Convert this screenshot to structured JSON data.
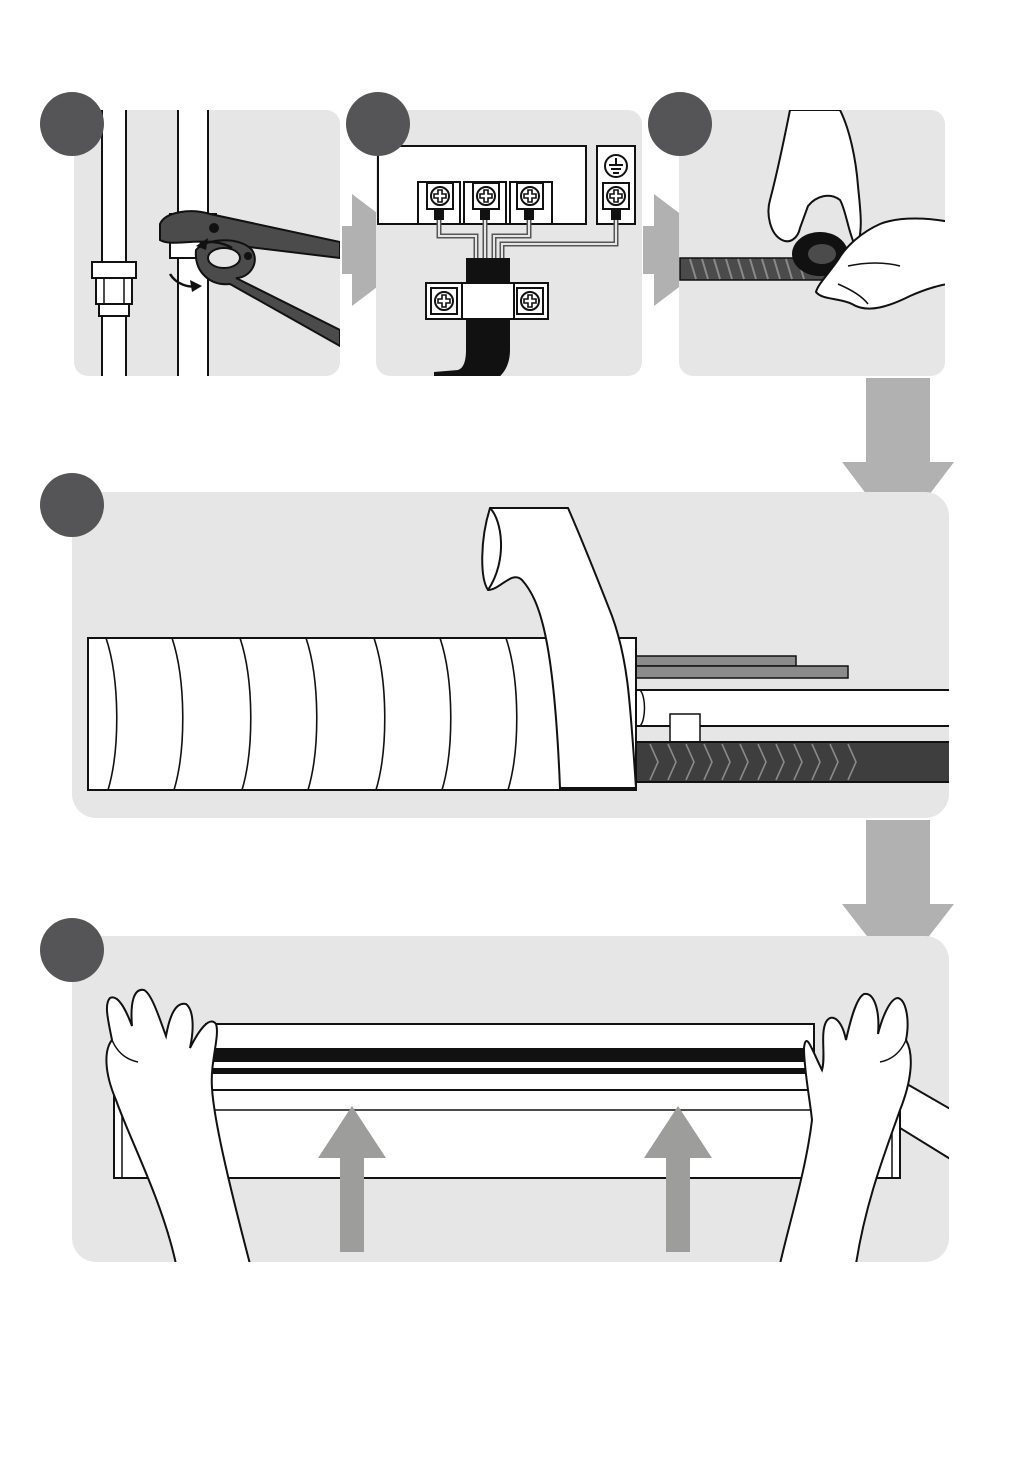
{
  "page": {
    "background": "#ffffff",
    "colors": {
      "panel": "#e6e6e7",
      "badge": "#555456",
      "flow_arrow": "#b1b1b1",
      "push_arrow": "#9d9d9b",
      "line": "#111111",
      "pipe_dark": "#4b4b4b",
      "hose": "#3e3e3e"
    }
  },
  "steps": [
    {
      "badge_label": "",
      "scene": "wrench-tightening-pipe-nut"
    },
    {
      "badge_label": "",
      "scene": "terminal-block-wiring-and-cable-clamp"
    },
    {
      "badge_label": "",
      "scene": "hands-wrapping-tape-on-drain-hose"
    },
    {
      "badge_label": "",
      "scene": "tape-wrapped-pipe-bundle"
    },
    {
      "badge_label": "",
      "scene": "hands-lifting-indoor-unit"
    }
  ],
  "arrows": [
    {
      "from": 1,
      "to": 2,
      "direction": "right"
    },
    {
      "from": 2,
      "to": 3,
      "direction": "right"
    },
    {
      "from": 3,
      "to": 4,
      "direction": "down"
    },
    {
      "from": 4,
      "to": 5,
      "direction": "down"
    }
  ],
  "icons": {
    "screw": "screw-icon",
    "ground": "ground-symbol-icon"
  }
}
